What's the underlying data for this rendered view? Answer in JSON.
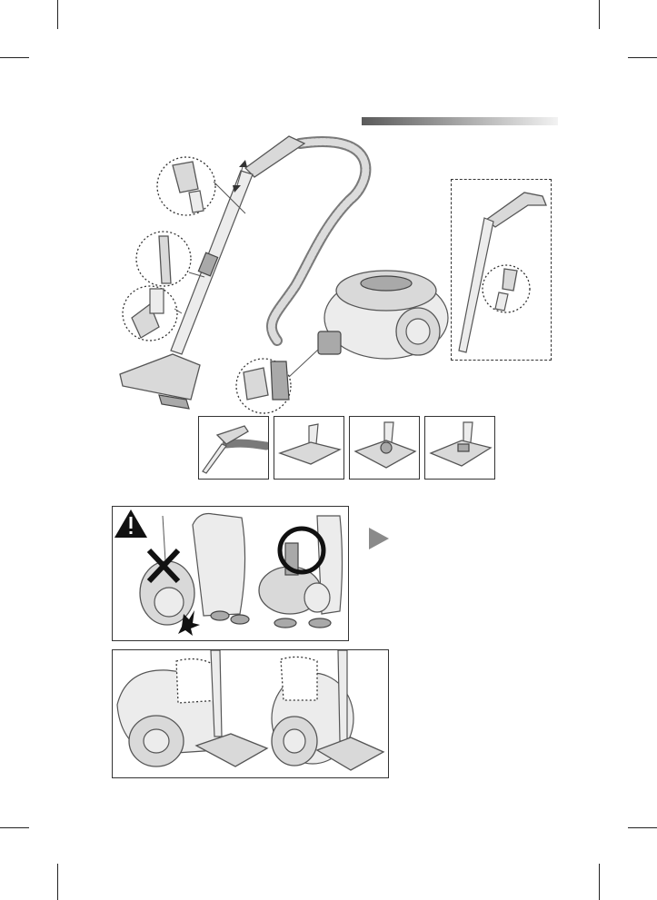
{
  "page": {
    "header_bar": {
      "gradient_from": "#5a5a5a",
      "gradient_to": "#f2f2f2"
    },
    "icons": {
      "warning": "warning-triangle-icon",
      "prohibited": "cross-mark-icon",
      "correct": "circle-mark-icon",
      "pointer": "play-arrow-icon"
    },
    "accessories": [
      {
        "name": "accessory-handle-hose"
      },
      {
        "name": "accessory-floor-nozzle-flat"
      },
      {
        "name": "accessory-power-nozzle"
      },
      {
        "name": "accessory-carpet-floor-nozzle"
      }
    ]
  }
}
